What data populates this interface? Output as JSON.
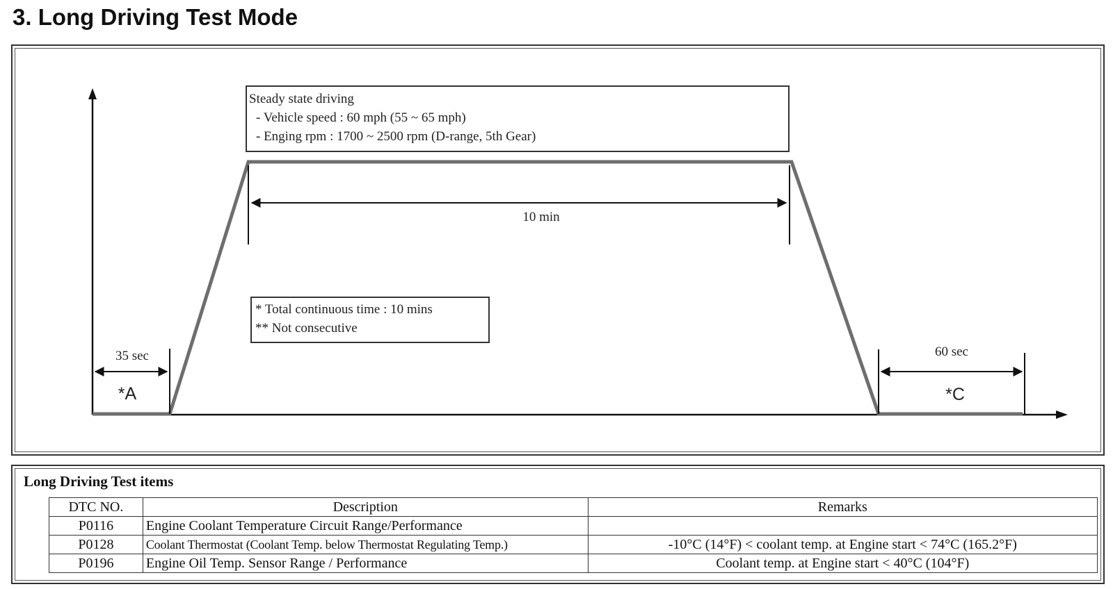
{
  "heading": "3. Long Driving Test Mode",
  "diagram": {
    "steady_box": {
      "title": "Steady state driving",
      "line1": "- Vehicle speed : 60 mph (55 ~ 65 mph)",
      "line2": "- Enging rpm : 1700 ~ 2500 rpm (D-range, 5th Gear)"
    },
    "duration_label": "10 min",
    "note_box": {
      "line1": "* Total continuous time : 10 mins",
      "line2": "** Not consecutive"
    },
    "left_interval": {
      "label": "35 sec",
      "marker": "*A"
    },
    "right_interval": {
      "label": "60 sec",
      "marker": "*C"
    }
  },
  "table": {
    "title": "Long Driving Test items",
    "columns": [
      "DTC NO.",
      "Description",
      "Remarks"
    ],
    "rows": [
      {
        "code": "P0116",
        "description": "Engine Coolant Temperature Circuit Range/Performance",
        "remarks": ""
      },
      {
        "code": "P0128",
        "description": "Coolant Thermostat (Coolant Temp. below Thermostat Regulating Temp.)",
        "remarks": "-10°C (14°F) < coolant temp. at Engine start < 74°C (165.2°F)"
      },
      {
        "code": "P0196",
        "description": "Engine Oil Temp. Sensor Range / Performance",
        "remarks": "Coolant temp. at Engine start < 40°C (104°F)"
      }
    ]
  }
}
